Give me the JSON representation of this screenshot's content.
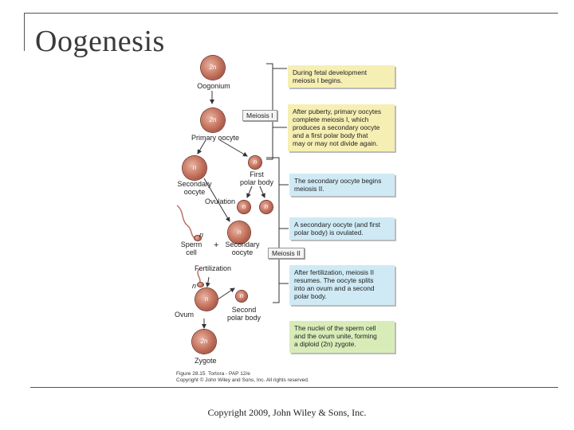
{
  "title": "Oogenesis",
  "footer": "Copyright 2009, John Wiley & Sons, Inc.",
  "figure": {
    "cells": {
      "oogonium": {
        "label": "Oogonium",
        "ploidy": "2n"
      },
      "primary_oocyte": {
        "label": "Primary oocyte",
        "ploidy": "2n"
      },
      "secondary_oocyte": {
        "label": "Secondary\noocyte",
        "ploidy": "n"
      },
      "first_polar_body": {
        "label": "First\npolar body",
        "ploidy": "n"
      },
      "polar_body_a": {
        "ploidy": "n"
      },
      "polar_body_b": {
        "ploidy": "n"
      },
      "ovulated_oocyte": {
        "ploidy": "n"
      },
      "ovum": {
        "label": "Ovum",
        "ploidy": "n"
      },
      "second_polar_body": {
        "label": "Second\npolar body",
        "ploidy": "n"
      },
      "zygote": {
        "label": "Zygote",
        "ploidy": "2n"
      }
    },
    "labels": {
      "ovulation": "Ovulation",
      "sperm_cell": "Sperm\ncell",
      "sperm_n": "n",
      "plus": "+",
      "secondary_oocyte_2": "Secondary\noocyte",
      "fertilization": "Fertilization",
      "sperm_n_2": "n",
      "meiosis_1": "Meiosis I",
      "meiosis_2": "Meiosis II"
    },
    "notes": {
      "fetal": "During fetal development\nmeiosis I begins.",
      "puberty": "After puberty, primary oocytes\ncomplete meiosis I, which\nproduces a secondary oocyte\nand a first polar body that\nmay or may not divide again.",
      "meiosis2_begins": "The secondary oocyte begins\nmeiosis II.",
      "ovulated": "A secondary oocyte (and first\npolar body) is ovulated.",
      "fertilization": "After fertilization, meiosis II\nresumes. The oocyte splits\ninto an ovum and a second\npolar body.",
      "zygote": "The nuclei of the sperm cell\nand the ovum unite, forming\na diploid (2n) zygote."
    },
    "caption": "Figure 28.15  Tortora - PAP 12/e\nCopyright © John Wiley and Sons, Inc. All rights reserved."
  }
}
